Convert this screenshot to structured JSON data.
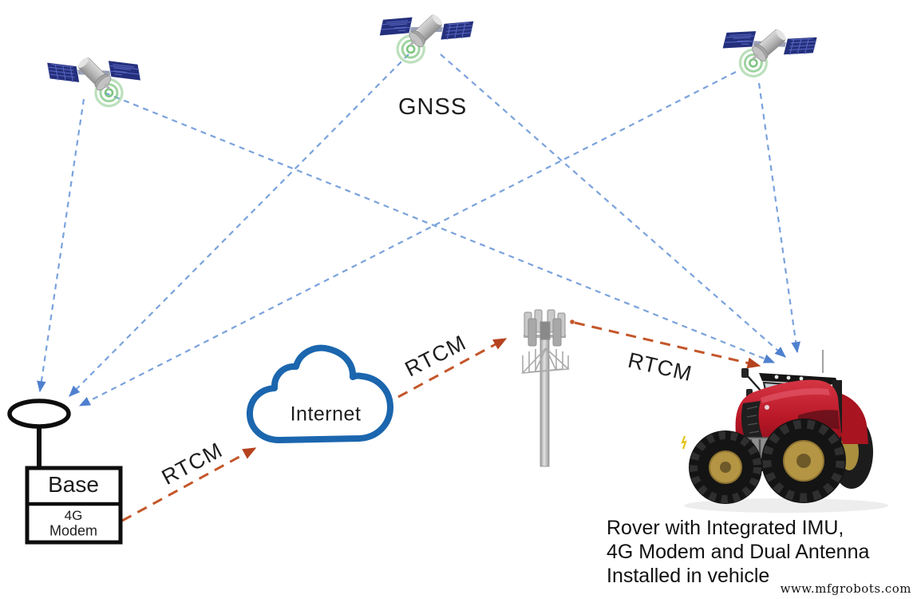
{
  "labels": {
    "gnss": "GNSS",
    "internet": "Internet",
    "base": "Base",
    "modem_line1": "4G",
    "modem_line2": "Modem",
    "rtcm1": "RTCM",
    "rtcm2": "RTCM",
    "rtcm3": "RTCM"
  },
  "caption": {
    "line1": "Rover with Integrated IMU,",
    "line2": "4G Modem and Dual Antenna",
    "line3": "Installed in vehicle"
  },
  "watermark": "www.mfgrobots.com",
  "diagram": {
    "nodes": [
      {
        "id": "satellite-1",
        "type": "gnss-satellite"
      },
      {
        "id": "satellite-2",
        "type": "gnss-satellite"
      },
      {
        "id": "satellite-3",
        "type": "gnss-satellite"
      },
      {
        "id": "base-station",
        "type": "base-with-antenna-and-4g-modem"
      },
      {
        "id": "internet-cloud",
        "type": "internet"
      },
      {
        "id": "cell-tower",
        "type": "4g-tower"
      },
      {
        "id": "rover-tractor",
        "type": "rover-vehicle"
      }
    ],
    "links": [
      {
        "from": "satellite-1",
        "to": "base-station",
        "style": "blue-dashed"
      },
      {
        "from": "satellite-1",
        "to": "rover-tractor",
        "style": "blue-dashed"
      },
      {
        "from": "satellite-2",
        "to": "base-station",
        "style": "blue-dashed"
      },
      {
        "from": "satellite-2",
        "to": "rover-tractor",
        "style": "blue-dashed"
      },
      {
        "from": "satellite-3",
        "to": "base-station",
        "style": "blue-dashed"
      },
      {
        "from": "satellite-3",
        "to": "rover-tractor",
        "style": "blue-dashed"
      },
      {
        "from": "base-station",
        "to": "internet-cloud",
        "label": "RTCM",
        "style": "orange-dashed"
      },
      {
        "from": "internet-cloud",
        "to": "cell-tower",
        "label": "RTCM",
        "style": "orange-dashed"
      },
      {
        "from": "cell-tower",
        "to": "rover-tractor",
        "label": "RTCM",
        "style": "orange-dashed"
      }
    ]
  },
  "colors": {
    "gnss_link": "#7aa2dc",
    "gnss_arrow": "#4f80cf",
    "rtcm_link": "#c4562a",
    "rtcm_arrow": "#b5431e",
    "cloud_stroke": "#1b66ae",
    "satellite_panel": "#24307d",
    "signal_green": "#77c27a",
    "tractor_red": "#c2202e",
    "wheel_rim_gold": "#b49544"
  }
}
